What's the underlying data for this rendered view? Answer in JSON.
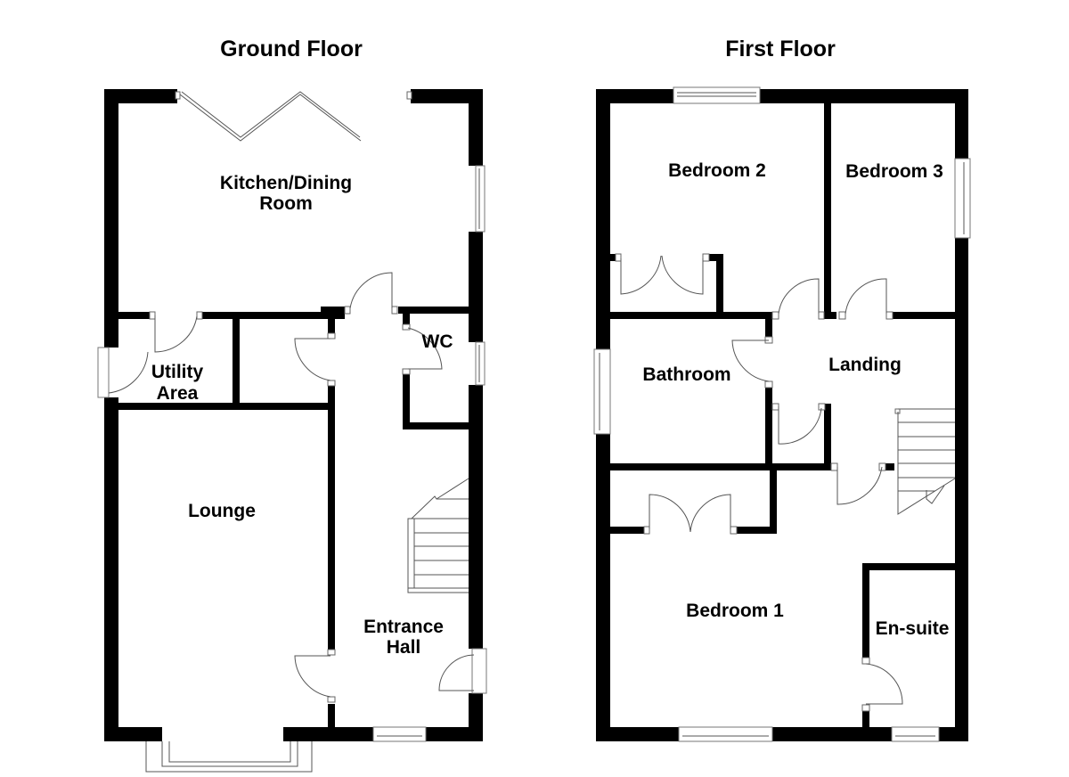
{
  "floors": [
    {
      "title": "Ground Floor",
      "rooms": [
        {
          "name": "Kitchen/Dining",
          "name_line2": "Room"
        },
        {
          "name": "Utility",
          "name_line2": "Area"
        },
        {
          "name": "WC"
        },
        {
          "name": "Lounge"
        },
        {
          "name": "Entrance",
          "name_line2": "Hall"
        }
      ]
    },
    {
      "title": "First Floor",
      "rooms": [
        {
          "name": "Bedroom 2"
        },
        {
          "name": "Bedroom 3"
        },
        {
          "name": "Bathroom"
        },
        {
          "name": "Landing"
        },
        {
          "name": "Bedroom 1"
        },
        {
          "name": "En-suite"
        }
      ]
    }
  ],
  "colors": {
    "wall": "#000000",
    "background": "#ffffff",
    "fixture_line": "#555555"
  }
}
